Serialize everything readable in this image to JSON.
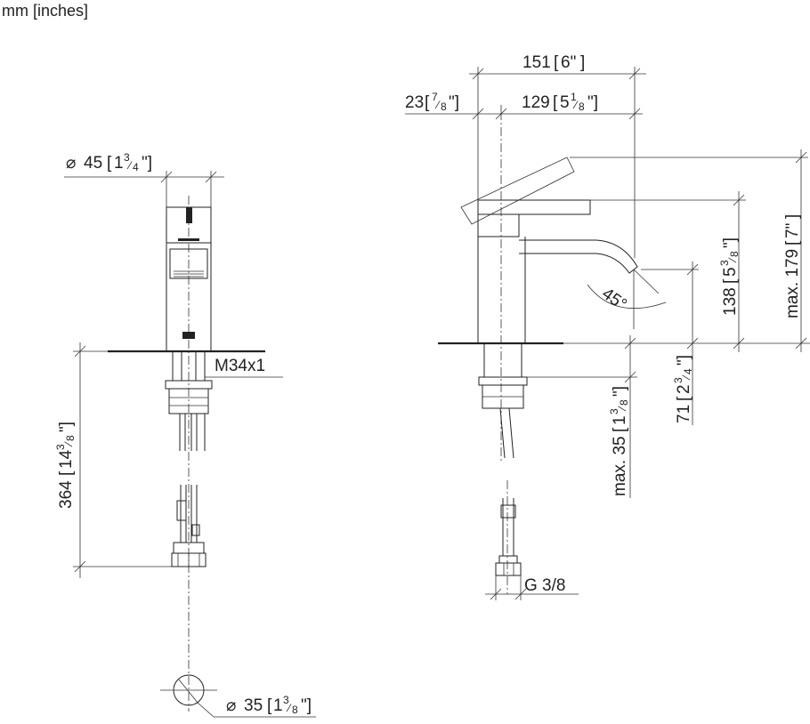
{
  "units": "mm [inches]",
  "front_view": {
    "diameter_top": {
      "mm": "45",
      "inch_whole": "1",
      "inch_num": "3",
      "inch_den": "4"
    },
    "thread": "M34x1",
    "total_length": {
      "mm": "364",
      "inch_whole": "14",
      "inch_num": "3",
      "inch_den": "8"
    },
    "hole_diameter": {
      "mm": "35",
      "inch_whole": "1",
      "inch_num": "3",
      "inch_den": "8"
    }
  },
  "side_view": {
    "overall_reach": {
      "mm": "151",
      "inch": "6\""
    },
    "lever_offset": {
      "mm": "23",
      "inch_num": "7",
      "inch_den": "8"
    },
    "spout_reach": {
      "mm": "129",
      "inch_whole": "5",
      "inch_num": "1",
      "inch_den": "8"
    },
    "angle": "45°",
    "spout_height": {
      "mm": "138",
      "inch_whole": "5",
      "inch_num": "3",
      "inch_den": "8"
    },
    "max_height": {
      "label": "max. 179",
      "inch": "7\""
    },
    "outlet_height": {
      "mm": "71",
      "inch_whole": "2",
      "inch_num": "3",
      "inch_den": "4"
    },
    "max_deck": {
      "label": "max. 35",
      "inch_whole": "1",
      "inch_num": "3",
      "inch_den": "8"
    },
    "connection": "G 3/8"
  }
}
